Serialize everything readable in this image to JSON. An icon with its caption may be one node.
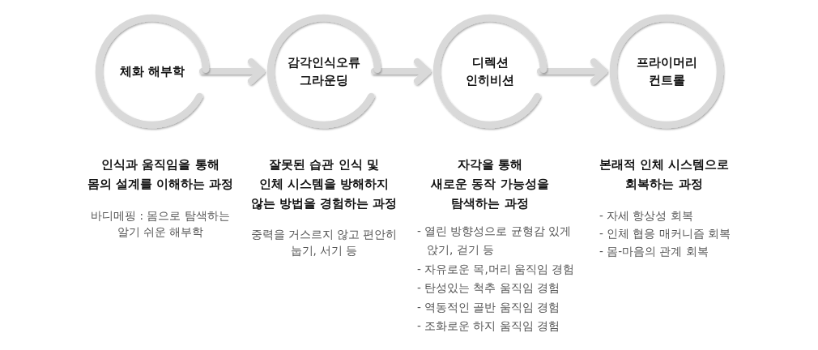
{
  "diagram": {
    "nodes": [
      {
        "text": [
          "체화 해부학"
        ],
        "beside": [
          "인식과 움직임을 통해 몸의 설계를 이해하는 과정",
          "바디메핑 : 몸으로 탐색하는 알기 쉬운 해부학"
        ]
      },
      {
        "text": [
          "감각인식오류 그라운딩"
        ],
        "beside": [
          "잘못된 습관 인식 및 인체 시스템을 방해하지 않는 방법을 경험하는 과정",
          "중력을 거스르지 않고 편안히 눕기, 서기 등"
        ]
      },
      {
        "text": [
          "디렉션 인히비션"
        ],
        "beside": [
          "자각을 통해 새로운 동작 가능성을 탐색하는 과정",
          "- 열린 방향성으로 균형감 있게 앉기, 걷기 등",
          "- 자유로운 목,머리 움직임 경험",
          "- 탄성있는 척추 움직임 경험",
          "- 역동적인 골반 움직임 경험",
          "- 조화로운 하지 움직임 경험"
        ]
      },
      {
        "text": [
          "프라이머리 컨트롤"
        ],
        "beside": [
          "본래적 인체 시스템으로 회복하는 과정",
          "- 자세 항상성 회복",
          "- 인체 협응 매커니즘 회복",
          "- 몸-마음의 관계 회복"
        ]
      }
    ],
    "edges": [
      {
        "from": 0,
        "to": 1,
        "arrow": "to"
      },
      {
        "from": 1,
        "to": 2,
        "arrow": "to"
      },
      {
        "from": 2,
        "to": 3,
        "arrow": "to"
      }
    ]
  }
}
